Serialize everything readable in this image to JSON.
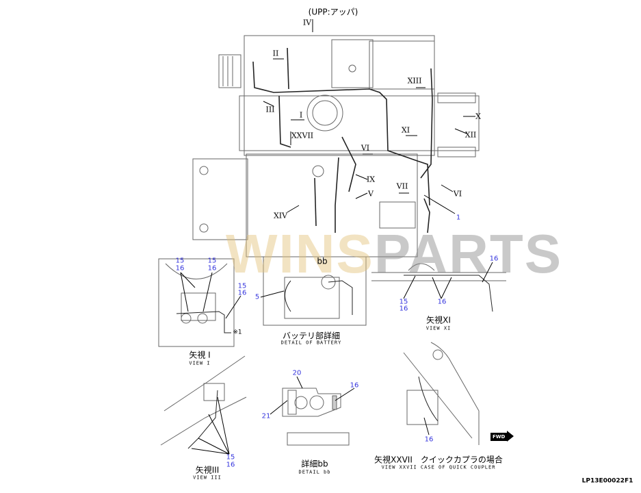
{
  "main_view": {
    "title": "(UPP:アッパ)",
    "arrows": [
      "IV",
      "II",
      "XIII",
      "III",
      "I",
      "X",
      "XI",
      "XII",
      "XXVII",
      "VI",
      "IX",
      "V",
      "VII",
      "VI",
      "XIV"
    ],
    "part_callout": "1",
    "detail_marker": "bb"
  },
  "watermark": {
    "part1": "WINS",
    "part2": "PARTS"
  },
  "view_i": {
    "callouts": [
      "15",
      "16",
      "15",
      "16",
      "15",
      "16"
    ],
    "note": "※1",
    "title_jp": "矢視 I",
    "title_en": "VIEW I"
  },
  "battery": {
    "callout": "5",
    "title_jp": "バッテリ部詳細",
    "title_en": "DETAIL OF BATTERY"
  },
  "view_xi": {
    "callouts": [
      "16",
      "15",
      "16",
      "16"
    ],
    "title_jp": "矢視XI",
    "title_en": "VIEW XI"
  },
  "view_iii": {
    "callouts": [
      "15",
      "16"
    ],
    "title_jp": "矢視III",
    "title_en": "VIEW III"
  },
  "detail_bb": {
    "callouts": [
      "20",
      "16",
      "21"
    ],
    "title_jp": "詳細bb",
    "title_en": "DETAIL bb"
  },
  "view_xxvii": {
    "callout": "16",
    "title_jp": "矢視XXVII　クイックカプラの場合",
    "title_en": "VIEW XXVII  CASE OF QUICK COUPLER",
    "fwd": "FWD"
  },
  "drawing_number": "LP13E00022F1"
}
